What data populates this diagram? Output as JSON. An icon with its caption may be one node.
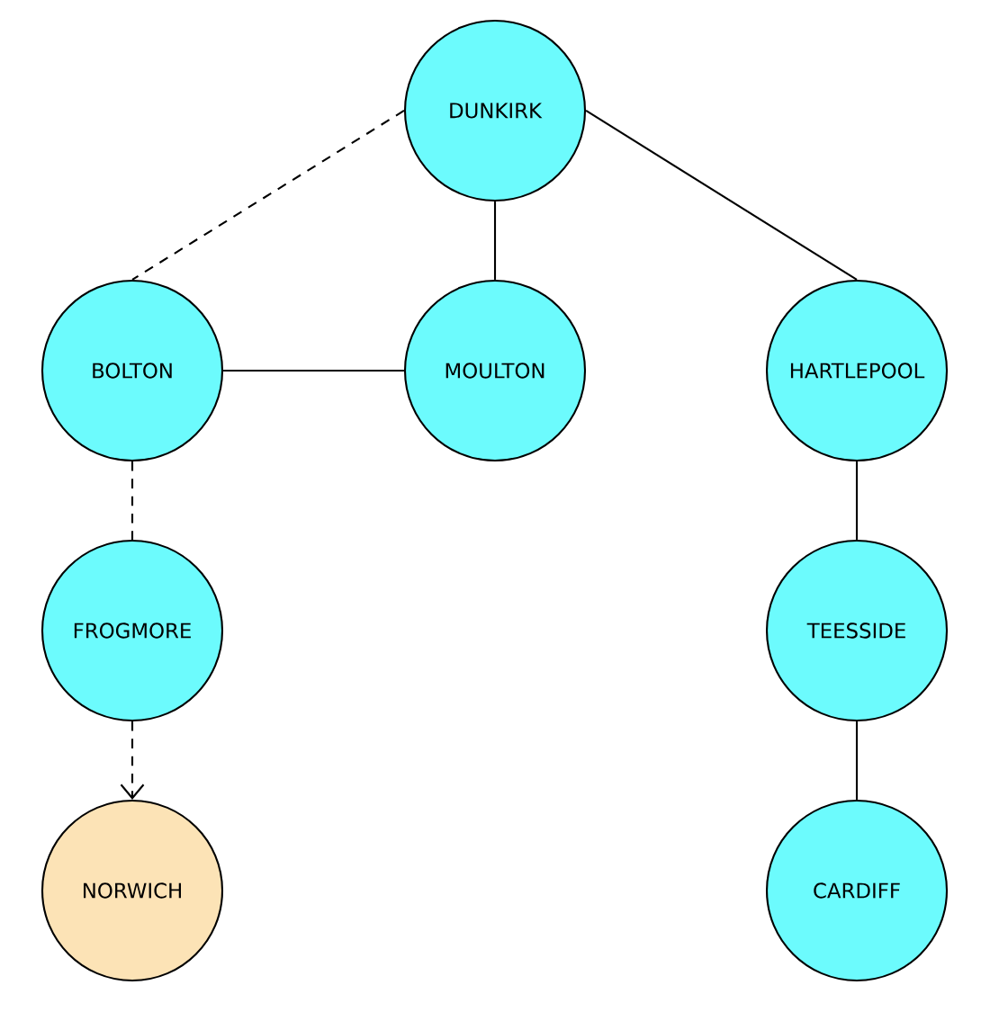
{
  "diagram": {
    "nodes": [
      {
        "text": [
          "DUNKIRK"
        ]
      },
      {
        "text": [
          "BOLTON"
        ]
      },
      {
        "text": [
          "MOULTON"
        ]
      },
      {
        "text": [
          "HARTLEPOOL"
        ]
      },
      {
        "text": [
          "FROGMORE"
        ]
      },
      {
        "text": [
          "TEESSIDE"
        ]
      },
      {
        "text": [
          "NORWICH"
        ]
      },
      {
        "text": [
          "CARDIFF"
        ]
      }
    ],
    "edges": [
      {
        "from": 0,
        "to": 1,
        "arrow": "none",
        "style": "dashed"
      },
      {
        "from": 0,
        "to": 2,
        "arrow": "none"
      },
      {
        "from": 0,
        "to": 3,
        "arrow": "none"
      },
      {
        "from": 1,
        "to": 2,
        "arrow": "none"
      },
      {
        "from": 1,
        "to": 4,
        "arrow": "none",
        "style": "dashed"
      },
      {
        "from": 4,
        "to": 6,
        "arrow": "to",
        "style": "dashed"
      },
      {
        "from": 3,
        "to": 5,
        "arrow": "none"
      },
      {
        "from": 5,
        "to": 7,
        "arrow": "none"
      }
    ]
  }
}
